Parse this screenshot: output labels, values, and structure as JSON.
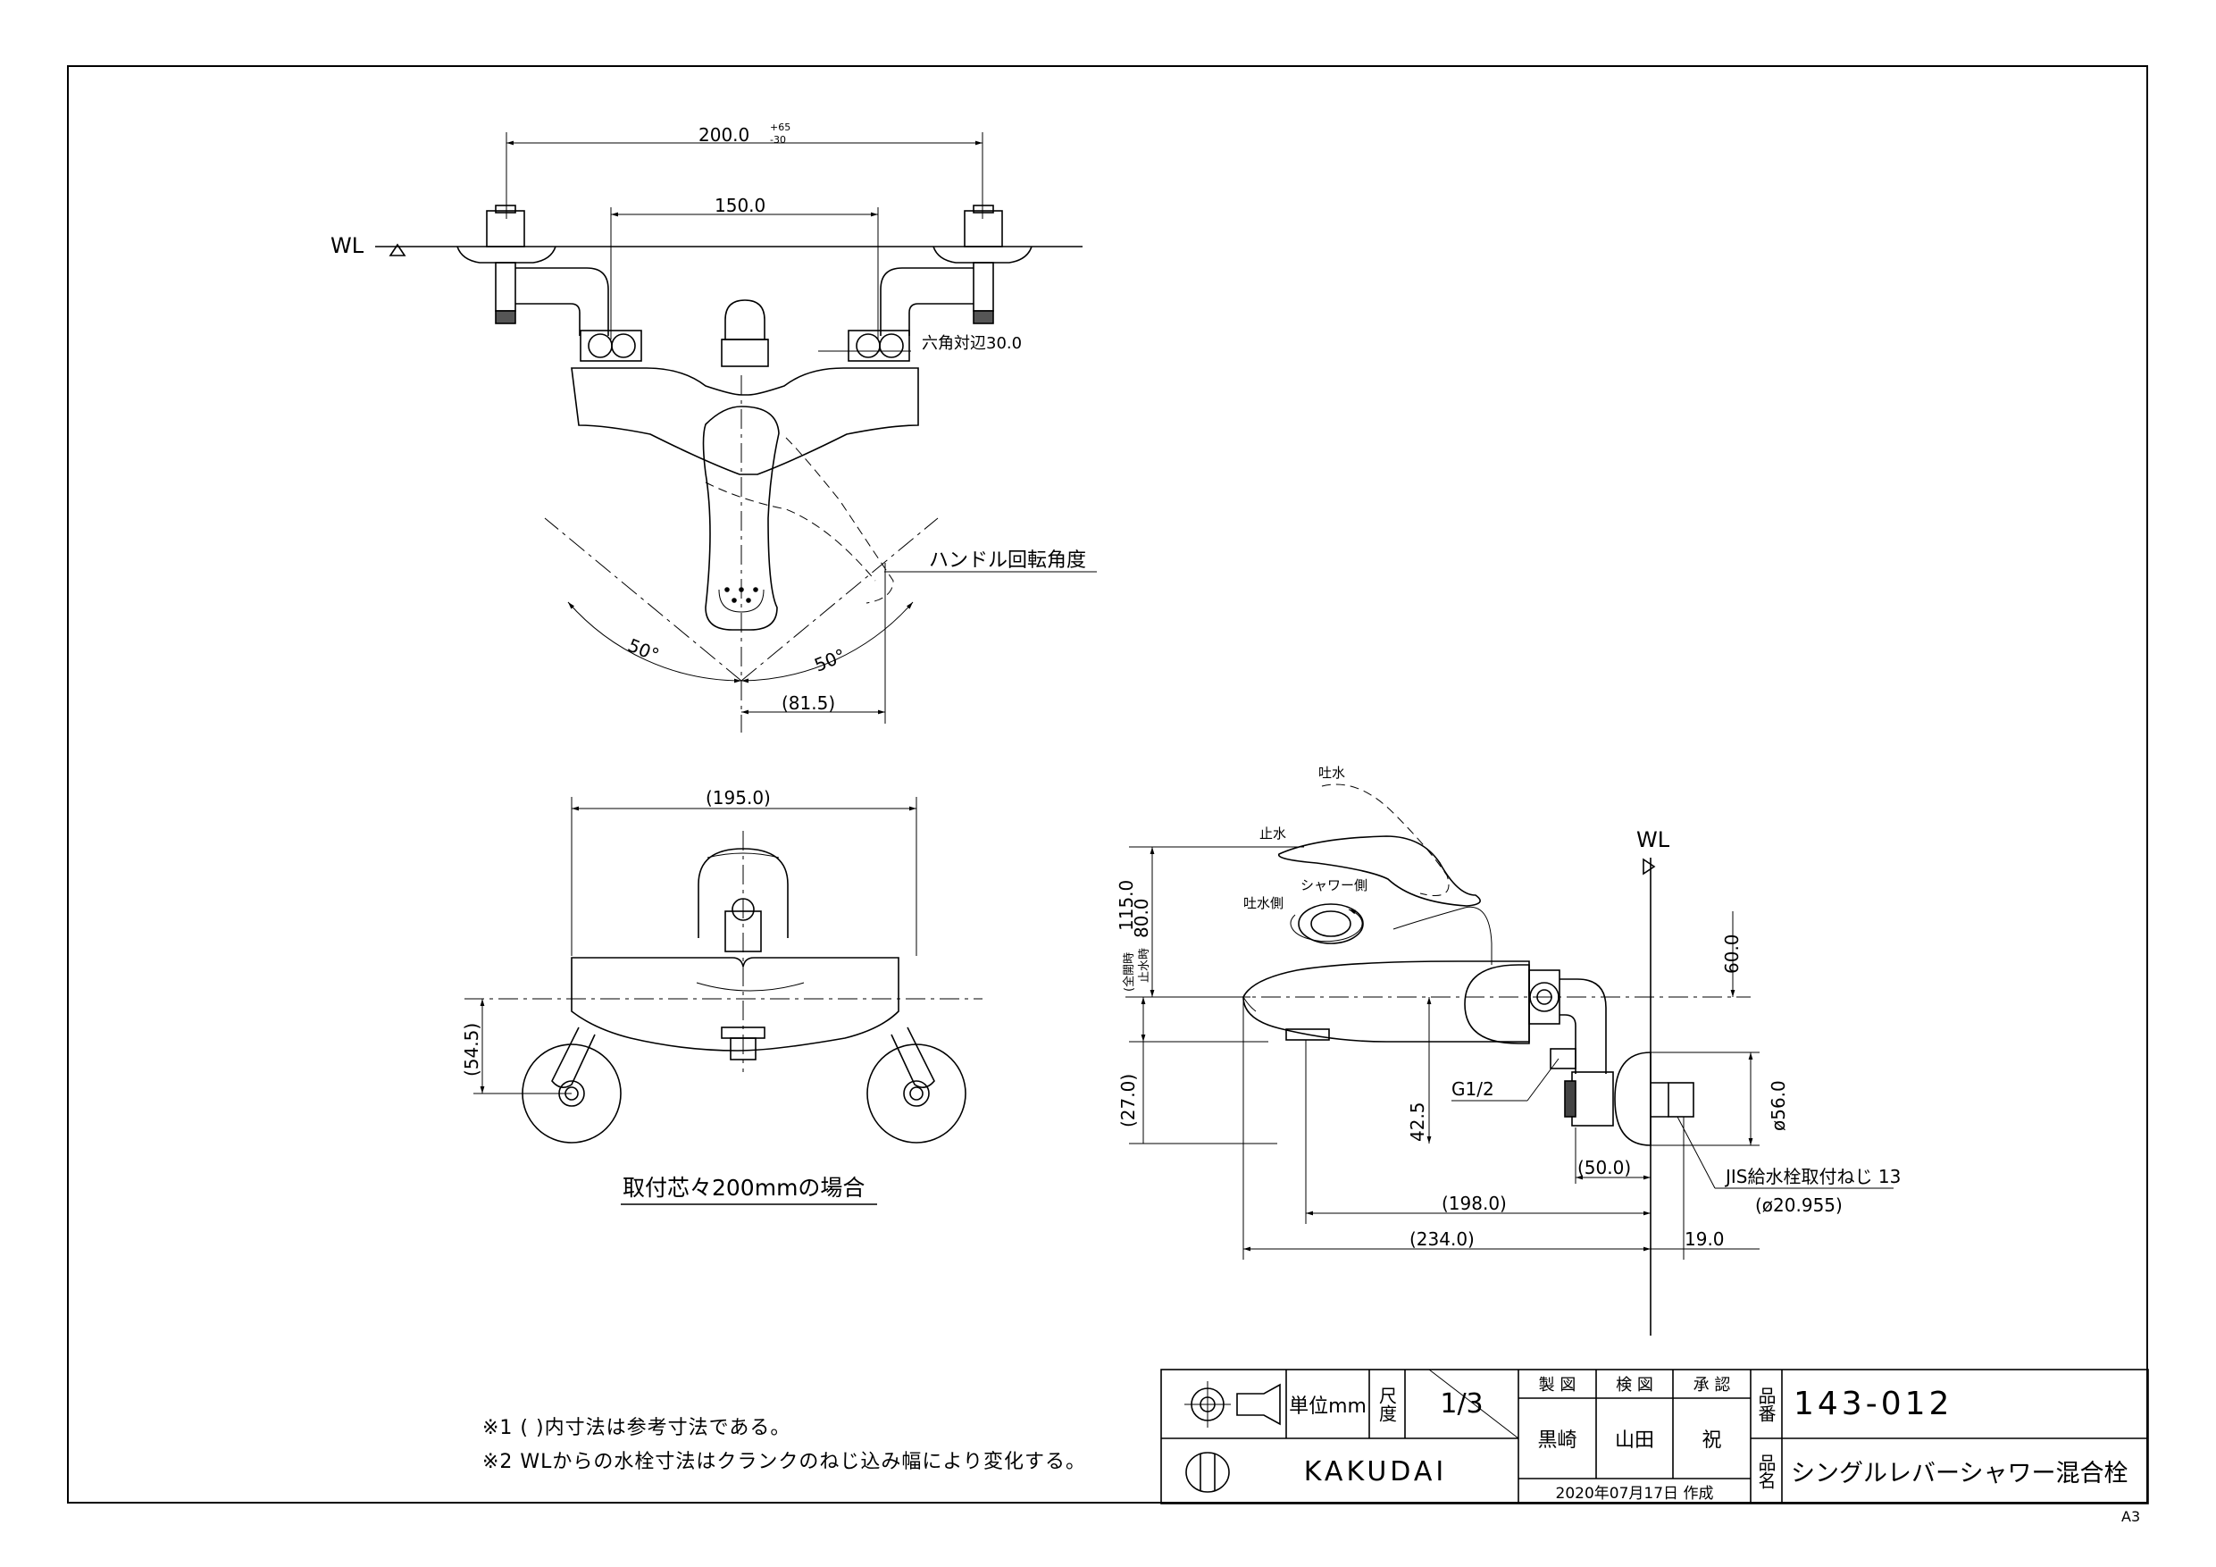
{
  "views": {
    "top": {
      "wl": "WL",
      "dim_total": "200.0",
      "dim_total_tol_plus": "+65",
      "dim_total_tol_minus": "-30",
      "dim_inner": "150.0",
      "hex_label": "六角対辺30.0",
      "handle_label": "ハンドル回転角度",
      "angle_left": "50°",
      "angle_right": "50°",
      "dim_handle": "(81.5)"
    },
    "front": {
      "dim_width": "(195.0)",
      "dim_height": "(54.5)",
      "caption": "取付芯々200mmの場合"
    },
    "side": {
      "wl": "WL",
      "label_spout": "吐水",
      "label_stop": "止水",
      "label_shower_side": "シャワー側",
      "label_spout_side": "吐水側",
      "dim_115": "115.0",
      "dim_115_note": "(全開時",
      "dim_80": "80.0",
      "dim_80_note": "止水時",
      "dim_27": "(27.0)",
      "dim_425": "42.5",
      "thread_g": "G1/2",
      "dim_60": "60.0",
      "dim_56": "ø56.0",
      "dim_50": "(50.0)",
      "jis_label": "JIS給水栓取付ねじ 13",
      "jis_dia": "(ø20.955)",
      "dim_198": "(198.0)",
      "dim_234": "(234.0)",
      "dim_19": "19.0"
    }
  },
  "notes": [
    "※1 ( )内寸法は参考寸法である。",
    "※2 WLからの水栓寸法はクランクのねじ込み幅により変化する。"
  ],
  "title_block": {
    "unit": "単位mm",
    "scale_label": "尺度",
    "scale_value": "1/3",
    "drawn_label": "製 図",
    "checked_label": "検 図",
    "approved_label": "承 認",
    "drawn_by": "黒崎",
    "checked_by": "山田",
    "approved_by": "祝",
    "date": "2020年07月17日 作成",
    "part_no_label": "品番",
    "part_no": "143-012",
    "name_label": "品名",
    "name": "シングルレバーシャワー混合栓",
    "company": "KAKUDAI"
  },
  "sheet": {
    "paper_size": "A3"
  }
}
